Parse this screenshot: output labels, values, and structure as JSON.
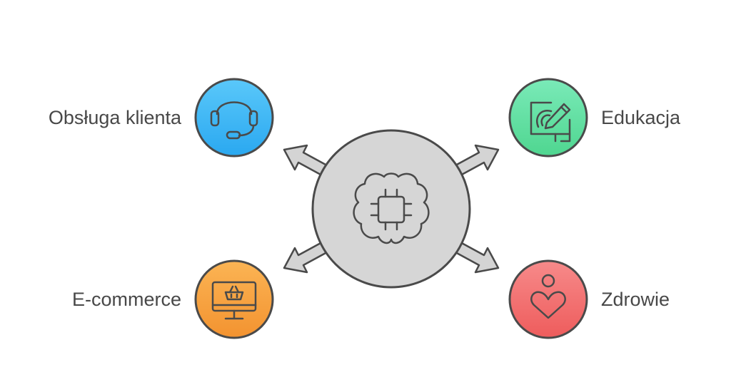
{
  "nodes": {
    "center": {
      "icon": "brain-chip-icon",
      "color": "#d6d6d6"
    },
    "customer_service": {
      "label": "Obsługa klienta",
      "icon": "headset-icon",
      "color": "#3fb8f5"
    },
    "education": {
      "label": "Edukacja",
      "icon": "drawing-tablet-icon",
      "color": "#5ee0a0"
    },
    "ecommerce": {
      "label": "E-commerce",
      "icon": "monitor-basket-icon",
      "color": "#f7a23c"
    },
    "health": {
      "label": "Zdrowie",
      "icon": "person-heart-icon",
      "color": "#f26b6b"
    }
  }
}
